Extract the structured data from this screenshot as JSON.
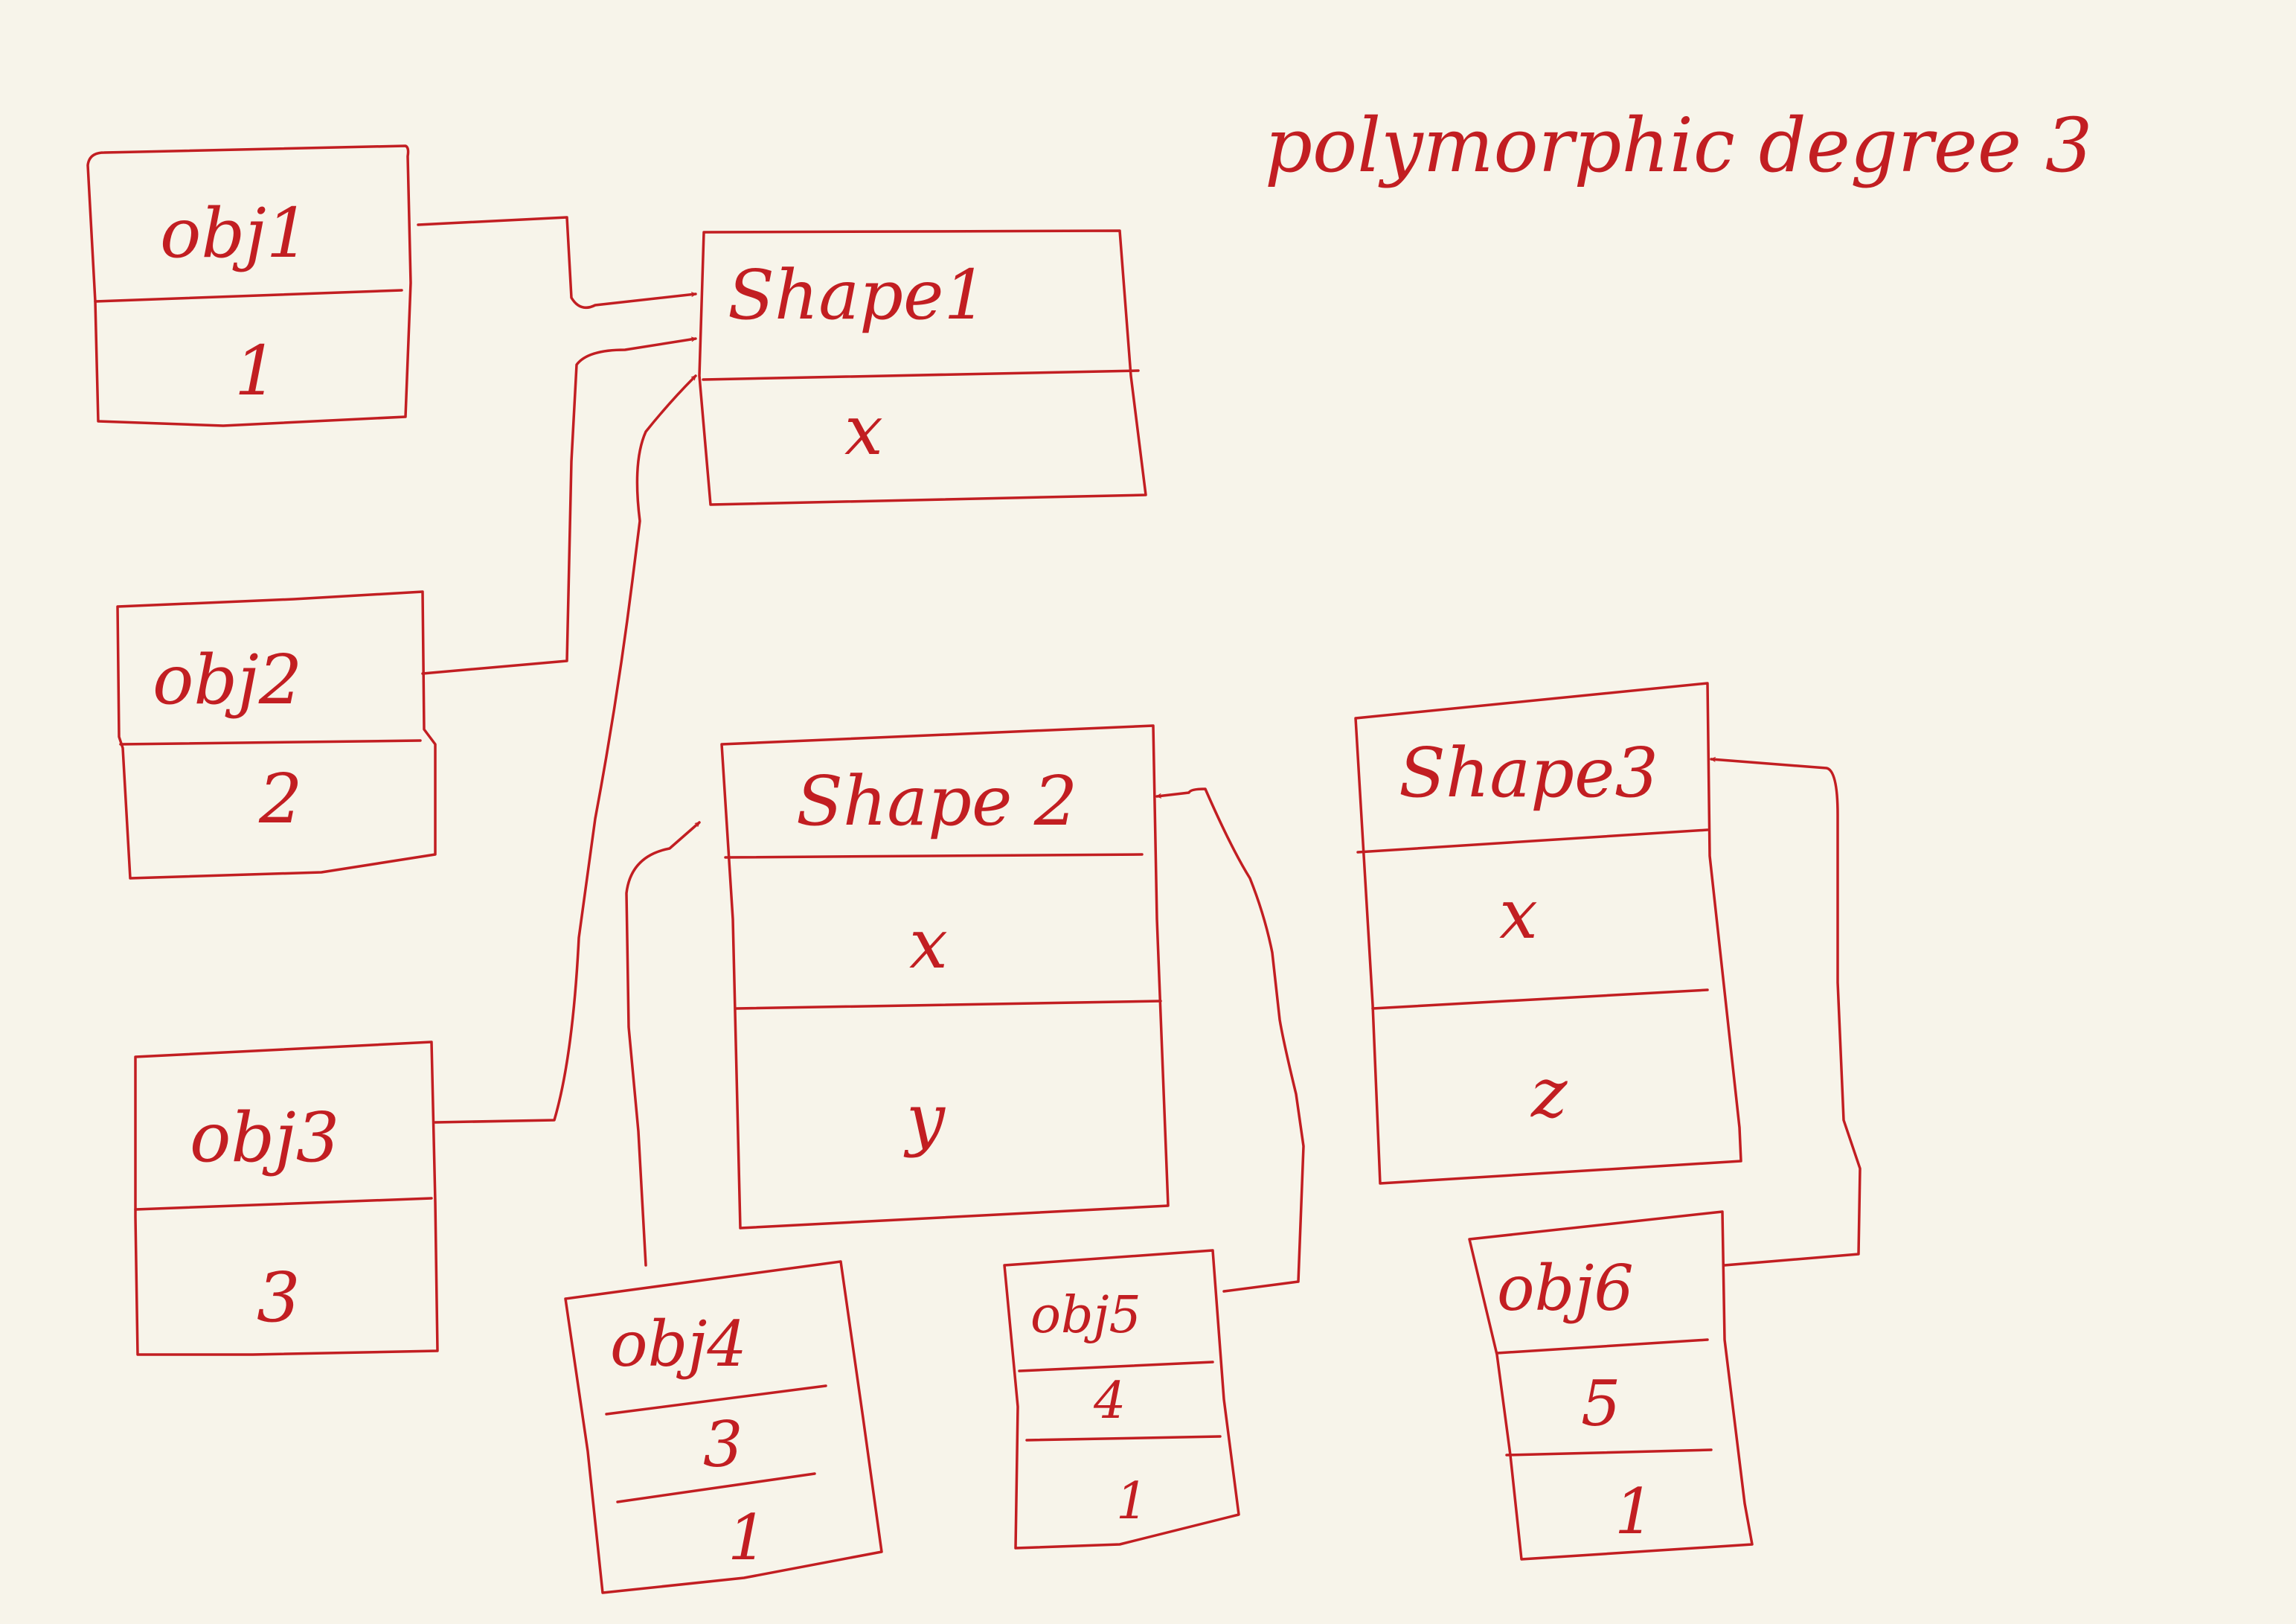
{
  "title": "polymorphic degree 3",
  "objects": [
    {
      "name": "obj1",
      "value": "1"
    },
    {
      "name": "obj2",
      "value": "2"
    },
    {
      "name": "obj3",
      "value": "3"
    },
    {
      "name": "obj4",
      "values": [
        "3",
        "1"
      ]
    },
    {
      "name": "obj5",
      "values": [
        "4",
        "1"
      ]
    },
    {
      "name": "obj6",
      "values": [
        "5",
        "1"
      ]
    }
  ],
  "shapes": [
    {
      "name": "Shape1",
      "fields": [
        "x"
      ]
    },
    {
      "name": "Shape 2",
      "fields": [
        "x",
        "y"
      ]
    },
    {
      "name": "Shape3",
      "fields": [
        "x",
        "z"
      ]
    }
  ],
  "colors": {
    "ink": "#c21e22",
    "paper": "#f7f4ea"
  }
}
